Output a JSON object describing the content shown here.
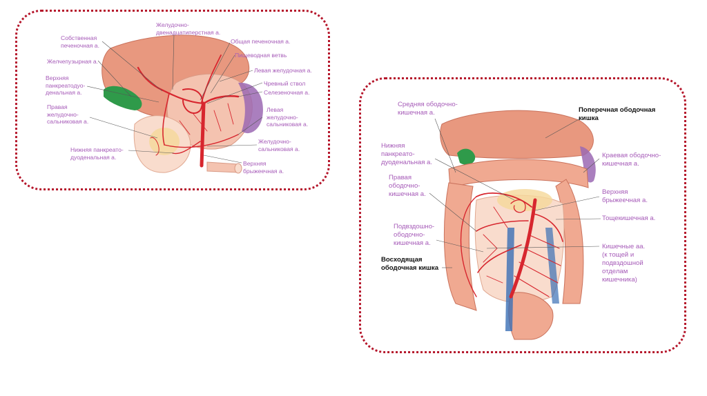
{
  "colors": {
    "frame": "#b5162b",
    "label": "#a65bb8",
    "label_dark": "#111111",
    "artery": "#d7262e",
    "liver": "#e8987f",
    "tissue": "#f4c3b0",
    "gallbladder": "#2f9a4a",
    "spleen": "#9b68b3"
  },
  "left_diagram": {
    "labels": {
      "proper_hepatic": "Собственная\nпеченочная а.",
      "gastroduodenal": "Желудочно-\nдвенадцатиперстная а.",
      "common_hepatic": "Общая печеночная а.",
      "esophageal_branch": "Пищеводная ветвь",
      "cystic": "Желчепузырная а.",
      "left_gastric": "Левая желудочная а.",
      "sup_pancreaticoduodenal": "Верхняя\nпанкреатодуо-\nденальная а.",
      "celiac_trunk": "Чревный ствол",
      "splenic": "Селезеночная а.",
      "right_gastroepiploic": "Правая\nжелудочно-\nсальниковая  а.",
      "left_gastroepiploic": "Левая\nжелудочно-\nсальниковая  а.",
      "gastroepiploic": "Желудочно-\nсальниковая  а.",
      "inf_pancreaticoduodenal": "Нижняя панкреато-\nдуоденальная а.",
      "superior_mesenteric": "Верхняя\nбрыжеечная  а."
    }
  },
  "right_diagram": {
    "labels": {
      "middle_colic": "Средняя ободочно-\nкишечная а.",
      "transverse_colon": "Поперечная ободочная\nкишка",
      "inf_pancreaticoduodenal": "Нижняя\nпанкреато-\nдуоденальная а.",
      "marginal": "Краевая ободочно-\nкишечная а.",
      "right_colic": "Правая\nободочно-\nкишечная а.",
      "superior_mesenteric": "Верхняя\nбрыжеечная а.",
      "jejunal": "Тощекишечная а.",
      "ileocolic": "Подвздошно-\nободочно-\nкишечная а.",
      "intestinal": "Кишечные  аа.\n(к тощей и\nподвздошной\nотделам\nкишечника)",
      "ascending_colon": "Восходящая\nободочная кишка"
    }
  }
}
